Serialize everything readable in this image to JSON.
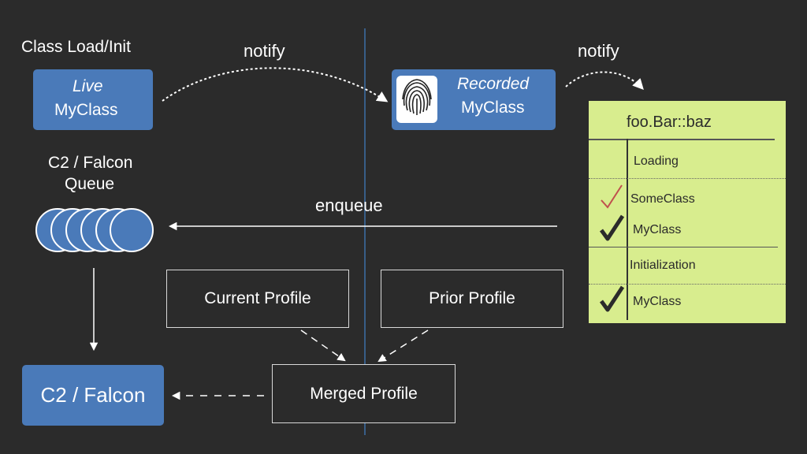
{
  "labels": {
    "class_load_init": "Class Load/Init",
    "notify_left": "notify",
    "notify_right": "notify",
    "queue_line1": "C2 / Falcon",
    "queue_line2": "Queue",
    "enqueue": "enqueue"
  },
  "live_box": {
    "line1": "Live",
    "line2": "MyClass"
  },
  "recorded_box": {
    "line1": "Recorded",
    "line2": "MyClass"
  },
  "compiler_box": {
    "label": "C2 / Falcon"
  },
  "profiles": {
    "current": "Current Profile",
    "prior": "Prior Profile",
    "merged": "Merged Profile"
  },
  "note": {
    "title": "foo.Bar::baz",
    "loading_header": "Loading",
    "loading_items": [
      "SomeClass",
      "MyClass"
    ],
    "init_header": "Initialization",
    "init_items": [
      "MyClass"
    ]
  },
  "colors": {
    "background": "#2b2b2b",
    "box_blue": "#4a7ab9",
    "queue_circle": "#4a7ab9",
    "note_bg": "#d8ed8e",
    "check_red": "#c0504d",
    "check_dark": "#2b2b2b"
  },
  "icons": [
    "fingerprint-icon",
    "checkmark-icon"
  ]
}
